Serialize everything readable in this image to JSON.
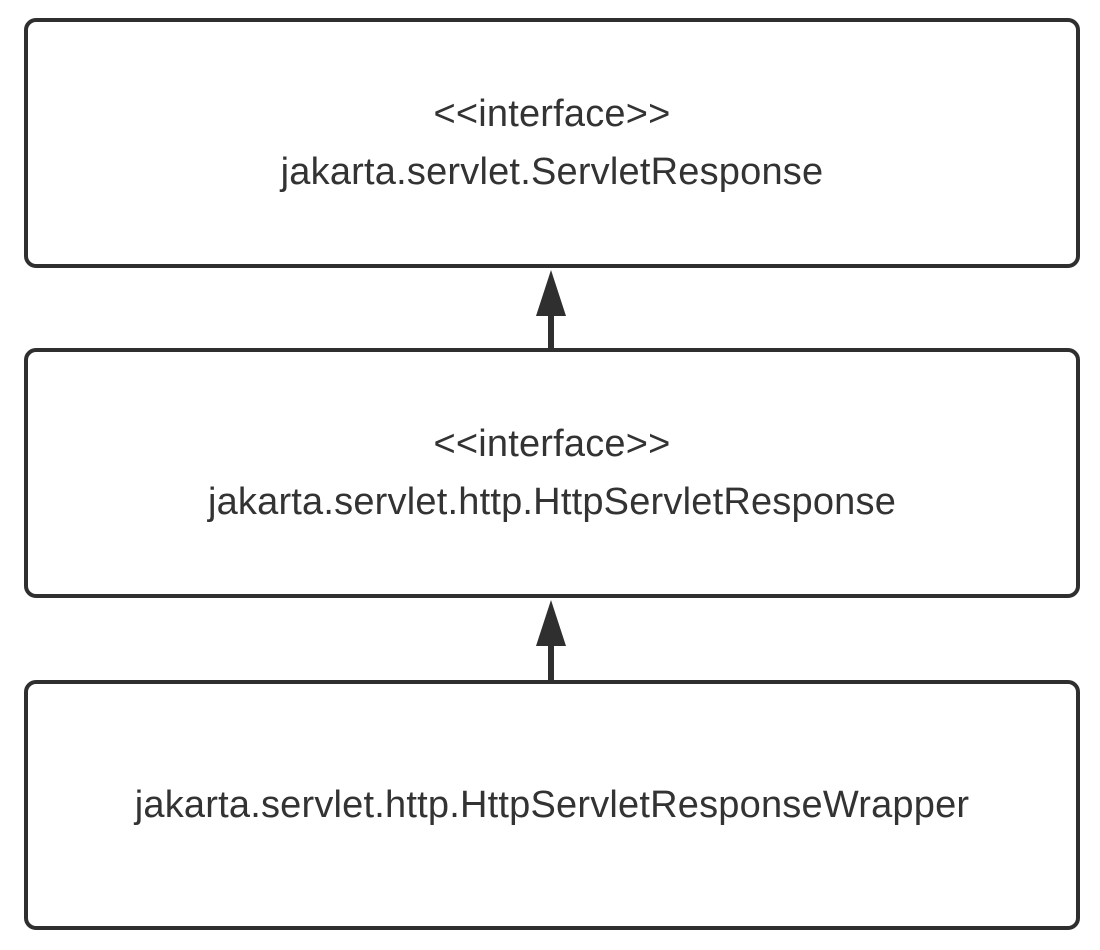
{
  "diagram": {
    "boxes": [
      {
        "stereotype": "<<interface>>",
        "name": "jakarta.servlet.ServletResponse"
      },
      {
        "stereotype": "<<interface>>",
        "name": "jakarta.servlet.http.HttpServletResponse"
      },
      {
        "stereotype": "",
        "name": "jakarta.servlet.http.HttpServletResponseWrapper"
      }
    ],
    "relations": [
      {
        "from": "jakarta.servlet.http.HttpServletResponse",
        "to": "jakarta.servlet.ServletResponse",
        "type": "inheritance"
      },
      {
        "from": "jakarta.servlet.http.HttpServletResponseWrapper",
        "to": "jakarta.servlet.http.HttpServletResponse",
        "type": "inheritance"
      }
    ],
    "colors": {
      "line": "#2f2f2f",
      "text": "#333333",
      "background": "#ffffff"
    }
  }
}
